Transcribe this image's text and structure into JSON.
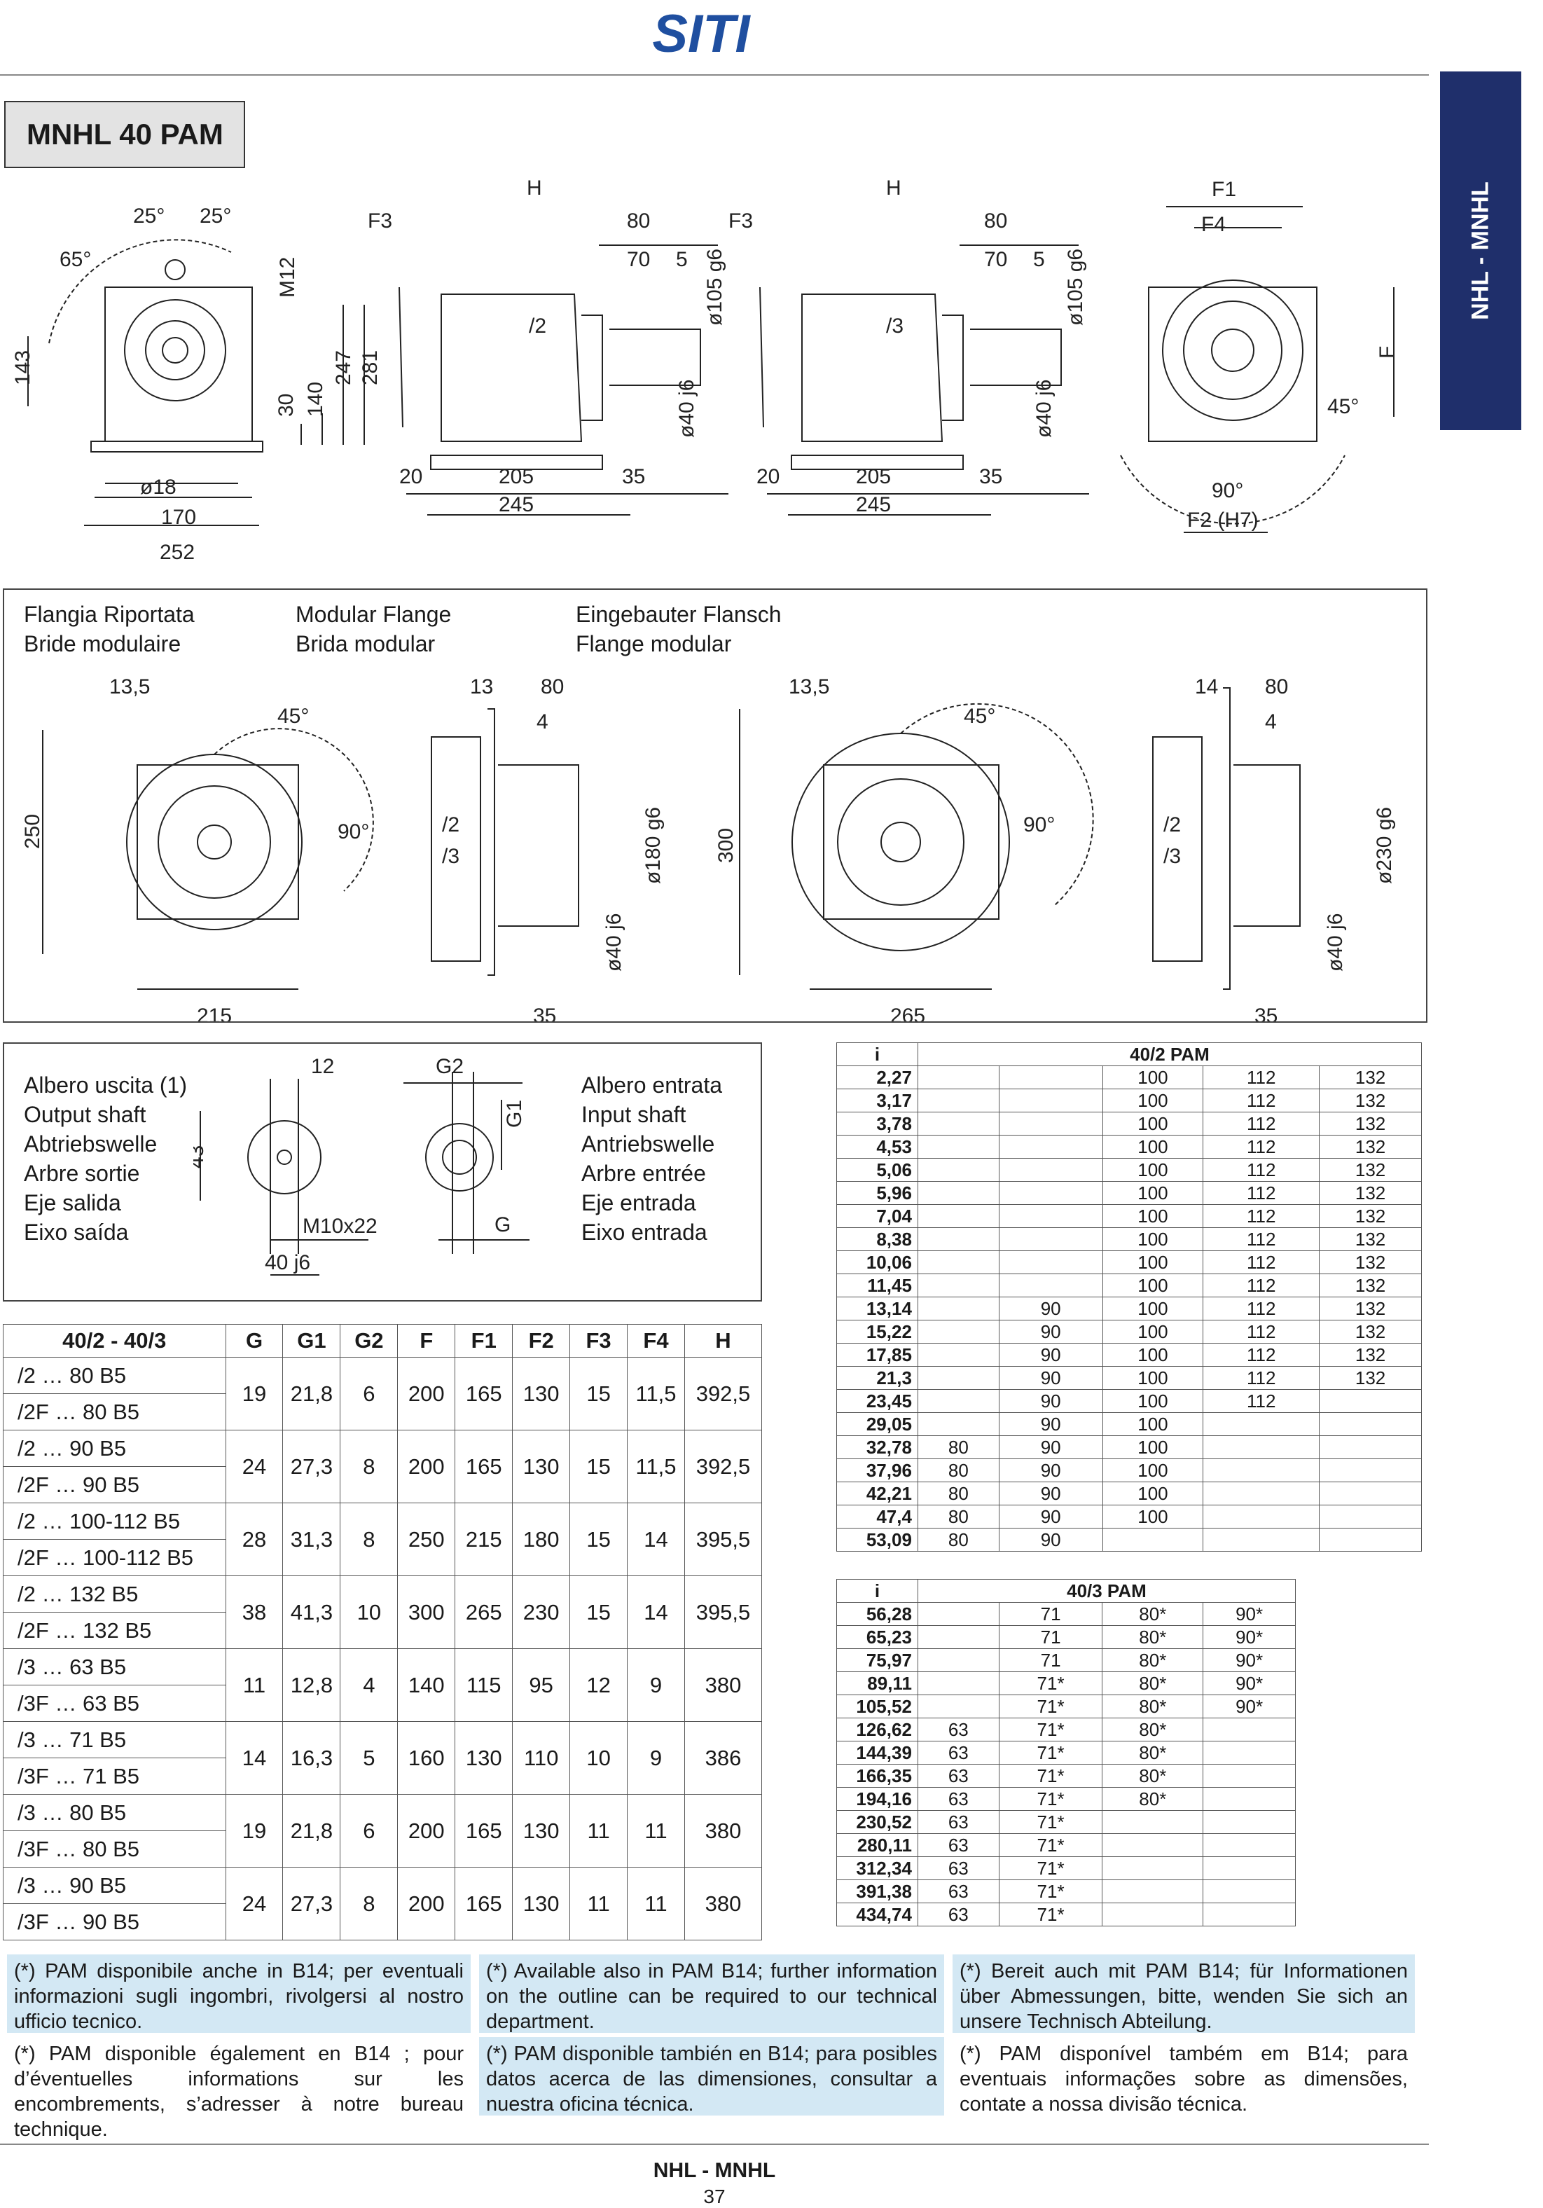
{
  "header": {
    "logo_text": "SITI",
    "side_tab": "NHL - MNHL"
  },
  "title": "MNHL 40 PAM",
  "drawing_labels": {
    "a25_left": "25°",
    "a25_right": "25°",
    "a65": "65°",
    "d143": "143",
    "m12": "M12",
    "d30": "30",
    "d140": "140",
    "d247": "247",
    "d281": "281",
    "o18": "ø18",
    "d170": "170",
    "d252": "252",
    "H": "H",
    "F3": "F3",
    "d80": "80",
    "d70": "70",
    "d5": "5",
    "o105": "ø105 g6",
    "o40": "ø40 j6",
    "s2": "/2",
    "s3": "/3",
    "d20": "20",
    "d205": "205",
    "d35": "35",
    "d245": "245",
    "F1": "F1",
    "F4": "F4",
    "F": "F",
    "a45": "45°",
    "a90": "90°",
    "F2": "F2 (H7)"
  },
  "flange": {
    "heading": [
      [
        "Flangia Riportata",
        "Bride modulaire"
      ],
      [
        "Modular Flange",
        "Brida modular"
      ],
      [
        "Eingebauter Flansch",
        "Flange modular"
      ]
    ],
    "labels": {
      "d13_5": "13,5",
      "a45": "45°",
      "d250": "250",
      "a90": "90°",
      "d215": "215",
      "d13": "13",
      "d80": "80",
      "d4": "4",
      "s2": "/2",
      "s3": "/3",
      "o180": "ø180 g6",
      "o40": "ø40 j6",
      "d35": "35",
      "d300": "300",
      "d265": "265",
      "d14": "14",
      "o230": "ø230 g6"
    }
  },
  "shaft": {
    "output_labels": [
      "Albero uscita (1)",
      "Output shaft",
      "Abtriebswelle",
      "Arbre sortie",
      "Eje salida",
      "Eixo saída"
    ],
    "input_labels": [
      "Albero entrata",
      "Input shaft",
      "Antriebswelle",
      "Arbre entrée",
      "Eje entrada",
      "Eixo entrada"
    ],
    "d12": "12",
    "d43": "43",
    "m10": "M10x22",
    "j40": "40 j6",
    "G2": "G2",
    "G1": "G1",
    "G": "G"
  },
  "dim_table": {
    "headers": [
      "40/2 - 40/3",
      "G",
      "G1",
      "G2",
      "F",
      "F1",
      "F2",
      "F3",
      "F4",
      "H"
    ],
    "groups": [
      {
        "rows": [
          "/2 … 80 B5",
          "/2F … 80 B5"
        ],
        "values": [
          "19",
          "21,8",
          "6",
          "200",
          "165",
          "130",
          "15",
          "11,5",
          "392,5"
        ]
      },
      {
        "rows": [
          "/2 … 90 B5",
          "/2F … 90 B5"
        ],
        "values": [
          "24",
          "27,3",
          "8",
          "200",
          "165",
          "130",
          "15",
          "11,5",
          "392,5"
        ]
      },
      {
        "rows": [
          "/2 … 100-112 B5",
          "/2F … 100-112 B5"
        ],
        "values": [
          "28",
          "31,3",
          "8",
          "250",
          "215",
          "180",
          "15",
          "14",
          "395,5"
        ]
      },
      {
        "rows": [
          "/2 … 132 B5",
          "/2F … 132 B5"
        ],
        "values": [
          "38",
          "41,3",
          "10",
          "300",
          "265",
          "230",
          "15",
          "14",
          "395,5"
        ]
      },
      {
        "rows": [
          "/3 … 63 B5",
          "/3F … 63 B5"
        ],
        "values": [
          "11",
          "12,8",
          "4",
          "140",
          "115",
          "95",
          "12",
          "9",
          "380"
        ]
      },
      {
        "rows": [
          "/3 … 71 B5",
          "/3F … 71 B5"
        ],
        "values": [
          "14",
          "16,3",
          "5",
          "160",
          "130",
          "110",
          "10",
          "9",
          "386"
        ]
      },
      {
        "rows": [
          "/3 … 80 B5",
          "/3F … 80 B5"
        ],
        "values": [
          "19",
          "21,8",
          "6",
          "200",
          "165",
          "130",
          "11",
          "11",
          "380"
        ]
      },
      {
        "rows": [
          "/3 … 90 B5",
          "/3F … 90 B5"
        ],
        "values": [
          "24",
          "27,3",
          "8",
          "200",
          "165",
          "130",
          "11",
          "11",
          "380"
        ]
      }
    ]
  },
  "ratio_40_2": {
    "i_label": "i",
    "title": "40/2 PAM",
    "rows": [
      [
        "2,27",
        "",
        "",
        "100",
        "112",
        "132"
      ],
      [
        "3,17",
        "",
        "",
        "100",
        "112",
        "132"
      ],
      [
        "3,78",
        "",
        "",
        "100",
        "112",
        "132"
      ],
      [
        "4,53",
        "",
        "",
        "100",
        "112",
        "132"
      ],
      [
        "5,06",
        "",
        "",
        "100",
        "112",
        "132"
      ],
      [
        "5,96",
        "",
        "",
        "100",
        "112",
        "132"
      ],
      [
        "7,04",
        "",
        "",
        "100",
        "112",
        "132"
      ],
      [
        "8,38",
        "",
        "",
        "100",
        "112",
        "132"
      ],
      [
        "10,06",
        "",
        "",
        "100",
        "112",
        "132"
      ],
      [
        "11,45",
        "",
        "",
        "100",
        "112",
        "132"
      ],
      [
        "13,14",
        "",
        "90",
        "100",
        "112",
        "132"
      ],
      [
        "15,22",
        "",
        "90",
        "100",
        "112",
        "132"
      ],
      [
        "17,85",
        "",
        "90",
        "100",
        "112",
        "132"
      ],
      [
        "21,3",
        "",
        "90",
        "100",
        "112",
        "132"
      ],
      [
        "23,45",
        "",
        "90",
        "100",
        "112",
        ""
      ],
      [
        "29,05",
        "",
        "90",
        "100",
        "",
        ""
      ],
      [
        "32,78",
        "80",
        "90",
        "100",
        "",
        ""
      ],
      [
        "37,96",
        "80",
        "90",
        "100",
        "",
        ""
      ],
      [
        "42,21",
        "80",
        "90",
        "100",
        "",
        ""
      ],
      [
        "47,4",
        "80",
        "90",
        "100",
        "",
        ""
      ],
      [
        "53,09",
        "80",
        "90",
        "",
        "",
        ""
      ]
    ]
  },
  "ratio_40_3": {
    "i_label": "i",
    "title": "40/3 PAM",
    "rows": [
      [
        "56,28",
        "",
        "71",
        "80*",
        "90*"
      ],
      [
        "65,23",
        "",
        "71",
        "80*",
        "90*"
      ],
      [
        "75,97",
        "",
        "71",
        "80*",
        "90*"
      ],
      [
        "89,11",
        "",
        "71*",
        "80*",
        "90*"
      ],
      [
        "105,52",
        "",
        "71*",
        "80*",
        "90*"
      ],
      [
        "126,62",
        "63",
        "71*",
        "80*",
        ""
      ],
      [
        "144,39",
        "63",
        "71*",
        "80*",
        ""
      ],
      [
        "166,35",
        "63",
        "71*",
        "80*",
        ""
      ],
      [
        "194,16",
        "63",
        "71*",
        "80*",
        ""
      ],
      [
        "230,52",
        "63",
        "71*",
        "",
        ""
      ],
      [
        "280,11",
        "63",
        "71*",
        "",
        ""
      ],
      [
        "312,34",
        "63",
        "71*",
        "",
        ""
      ],
      [
        "391,38",
        "63",
        "71*",
        "",
        ""
      ],
      [
        "434,74",
        "63",
        "71*",
        "",
        ""
      ]
    ]
  },
  "notes": {
    "it": "(*) PAM disponibile anche in B14; per eventuali informazioni sugli ingombri, rivolgersi al nostro ufficio tecnico.",
    "en": "(*) Available also in PAM B14; further information on the outline can be required to our technical department.",
    "de": "(*) Bereit auch mit PAM B14; für Informationen über Abmessungen, bitte, wenden Sie sich an unsere Technisch Abteilung.",
    "fr": "(*) PAM disponible également en B14 ; pour d’éventuelles informations sur les encombrements, s’adresser à notre bureau technique.",
    "es": "(*) PAM disponible también en B14; para posibles datos acerca de las dimensiones, consultar a nuestra oficina técnica.",
    "pt": "(*) PAM disponível também em B14; para eventuais informações sobre as dimensões, contate a nossa divisão técnica."
  },
  "footer": {
    "title": "NHL - MNHL",
    "page": "37"
  },
  "colors": {
    "logo_blue": "#1f4fa0",
    "tab_blue": "#1f2f6b",
    "note_blue": "#d3e8f4"
  }
}
